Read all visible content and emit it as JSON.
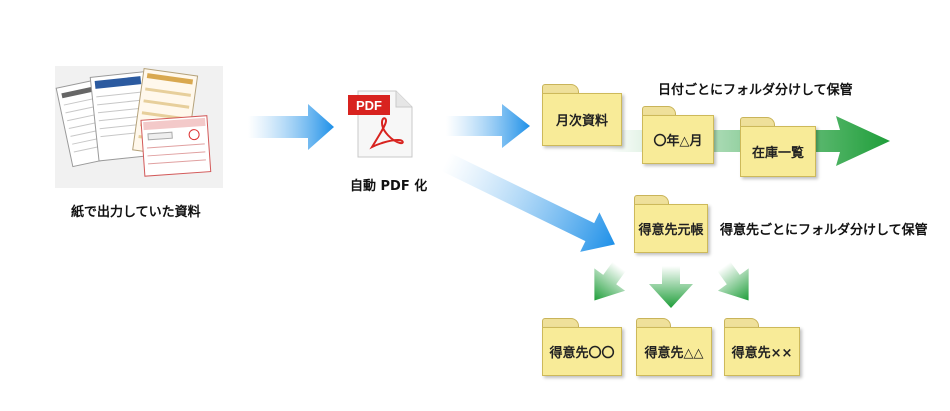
{
  "paper_docs": {
    "label": "紙で出力していた資料"
  },
  "auto_pdf": {
    "label": "自動 PDF 化",
    "icon_text": "PDF"
  },
  "folders_by_date": {
    "note": "日付ごとにフォルダ分けして保管",
    "items": [
      "月次資料",
      "〇年△月",
      "在庫一覧"
    ]
  },
  "folders_by_client": {
    "note": "得意先ごとにフォルダ分けして保管",
    "parent": "得意先元帳",
    "children": [
      "得意先〇〇",
      "得意先△△",
      "得意先××"
    ]
  },
  "colors": {
    "blue_arrow": "#1e90e8",
    "green_arrow": "#1f9e3a",
    "folder": "#f8eb98"
  }
}
